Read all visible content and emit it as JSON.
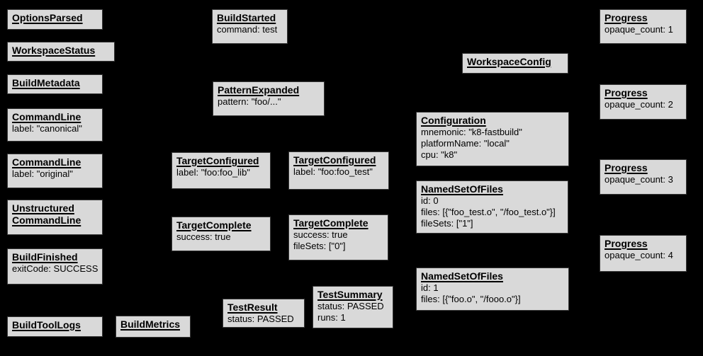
{
  "diagram": {
    "description": "Build event protocol event graph on black background",
    "colors": {
      "background": "#000000",
      "box_fill": "#d9d9d9",
      "box_border": "#383838",
      "text": "#000000"
    }
  },
  "boxes": {
    "options_parsed": {
      "title": "OptionsParsed",
      "lines": []
    },
    "workspace_status": {
      "title": "WorkspaceStatus",
      "lines": []
    },
    "build_metadata": {
      "title": "BuildMetadata",
      "lines": []
    },
    "command_line_canonical": {
      "title": "CommandLine",
      "lines": [
        "label: \"canonical\""
      ]
    },
    "command_line_original": {
      "title": "CommandLine",
      "lines": [
        "label: \"original\""
      ]
    },
    "unstructured_command_line": {
      "title": "Unstructured CommandLine",
      "lines": []
    },
    "build_finished": {
      "title": "BuildFinished",
      "lines": [
        "exitCode: SUCCESS"
      ]
    },
    "build_tool_logs": {
      "title": "BuildToolLogs",
      "lines": []
    },
    "build_metrics": {
      "title": "BuildMetrics",
      "lines": []
    },
    "build_started": {
      "title": "BuildStarted",
      "lines": [
        "command: test"
      ]
    },
    "pattern_expanded": {
      "title": "PatternExpanded",
      "lines": [
        "pattern: \"foo/...\""
      ]
    },
    "target_configured_lib": {
      "title": "TargetConfigured",
      "lines": [
        "label: \"foo:foo_lib\""
      ]
    },
    "target_configured_test": {
      "title": "TargetConfigured",
      "lines": [
        "label: \"foo:foo_test\""
      ]
    },
    "target_complete_lib": {
      "title": "TargetComplete",
      "lines": [
        "success: true"
      ]
    },
    "target_complete_test": {
      "title": "TargetComplete",
      "lines": [
        "success: true",
        "fileSets: [\"0\"]"
      ]
    },
    "test_result": {
      "title": "TestResult",
      "lines": [
        "status: PASSED"
      ]
    },
    "test_summary": {
      "title": "TestSummary",
      "lines": [
        "status: PASSED",
        "runs: 1"
      ]
    },
    "workspace_config": {
      "title": "WorkspaceConfig",
      "lines": []
    },
    "configuration": {
      "title": "Configuration",
      "lines": [
        "mnemonic: \"k8-fastbuild\"",
        "platformName: \"local\"",
        "cpu: \"k8\""
      ]
    },
    "named_set_of_files_0": {
      "title": "NamedSetOfFiles",
      "lines": [
        "id: 0",
        "files: [{\"foo_test.o\", \"/foo_test.o\"}]",
        "fileSets: [\"1\"]"
      ]
    },
    "named_set_of_files_1": {
      "title": "NamedSetOfFiles",
      "lines": [
        "id: 1",
        "files: [{\"foo.o\", \"/fooo.o\"}]"
      ]
    },
    "progress_1": {
      "title": "Progress",
      "lines": [
        "opaque_count: 1"
      ]
    },
    "progress_2": {
      "title": "Progress",
      "lines": [
        "opaque_count: 2"
      ]
    },
    "progress_3": {
      "title": "Progress",
      "lines": [
        "opaque_count: 3"
      ]
    },
    "progress_4": {
      "title": "Progress",
      "lines": [
        "opaque_count: 4"
      ]
    }
  }
}
